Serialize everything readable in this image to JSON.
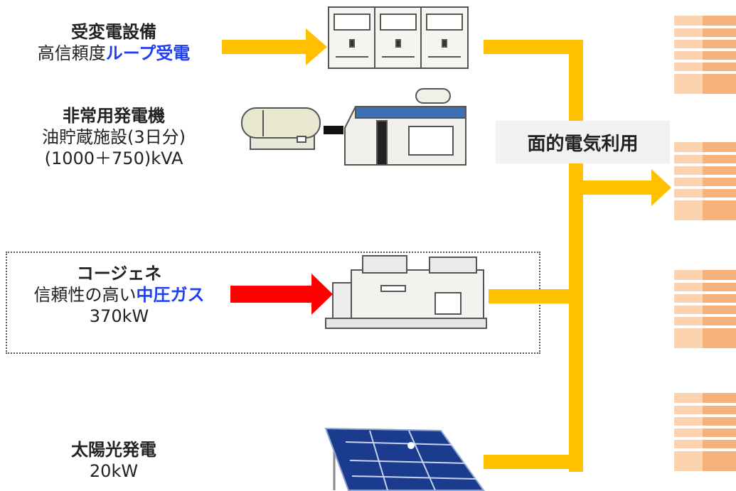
{
  "sources": {
    "substation": {
      "title": "受変電設備",
      "line1_plain": "高信頼度",
      "line1_highlight": "ループ受電"
    },
    "emergency": {
      "title": "非常用発電機",
      "line1": "油貯蔵施設(3日分)",
      "line2": "(1000＋750)kVA"
    },
    "cogeneration": {
      "title": "コージェネ",
      "line1_plain": "信頼性の高い",
      "line1_highlight": "中圧ガス",
      "line2": "370kW"
    },
    "solar": {
      "title": "太陽光発電",
      "line1": "20kW"
    }
  },
  "distribution": {
    "label": "面的電気利用"
  },
  "colors": {
    "supply_line": "#ffc000",
    "gas_arrow": "#ff0000",
    "highlight_text": "#1f3ff2",
    "building": "#f4a460"
  },
  "icons": [
    "substation-icon",
    "fuel-tank-icon",
    "generator-icon",
    "cogeneration-unit-icon",
    "solar-panel-icon",
    "building-icon"
  ]
}
